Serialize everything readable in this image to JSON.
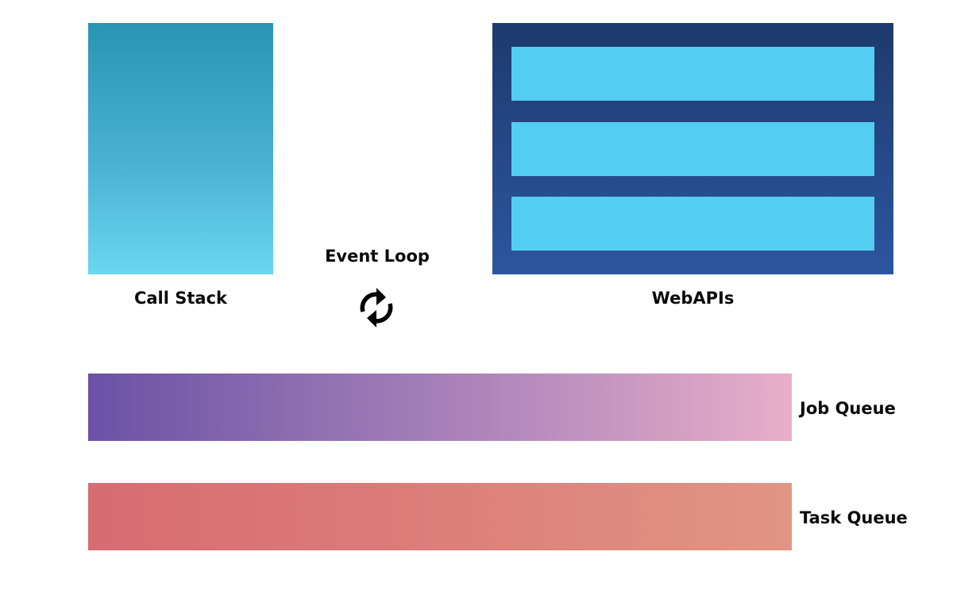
{
  "call_stack": {
    "label": "Call Stack"
  },
  "event_loop": {
    "label": "Event Loop",
    "icon": "refresh-icon"
  },
  "webapis": {
    "label": "WebAPIs"
  },
  "job_queue": {
    "label": "Job Queue"
  },
  "task_queue": {
    "label": "Task Queue"
  },
  "colors": {
    "call_stack_top": "#2895b1",
    "call_stack_bottom": "#6ad7f0",
    "webapis_frame": "#22477f",
    "webapis_slot": "#54cdf2",
    "job_queue_start": "#6b52a5",
    "job_queue_end": "#e9aec9",
    "task_queue_start": "#d76c72",
    "task_queue_end": "#e29585"
  }
}
